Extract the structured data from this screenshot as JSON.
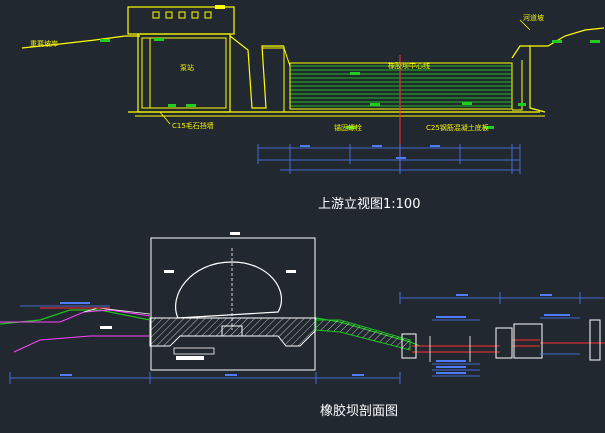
{
  "drawing": {
    "elevation": {
      "title": "上游立视图1:100",
      "labels": {
        "left_bank": "重要坡岸",
        "right_bank": "河道坡",
        "pump_house": "泵站",
        "dam_center": "橡胶坝中心线",
        "masonry_wall": "C15毛石挡墙",
        "anchor": "锚固螺栓",
        "base_slab": "C25钢筋混凝土底板"
      }
    },
    "section": {
      "title": "橡胶坝剖面图"
    },
    "colors": {
      "background": "#212830",
      "structure": "#ffff00",
      "dimension": "#4f7cff",
      "tag": "#22cc22",
      "bank": "#ff44ff",
      "ground": "#20c020",
      "rebar": "#ff3030",
      "outline": "#ffffff"
    }
  }
}
